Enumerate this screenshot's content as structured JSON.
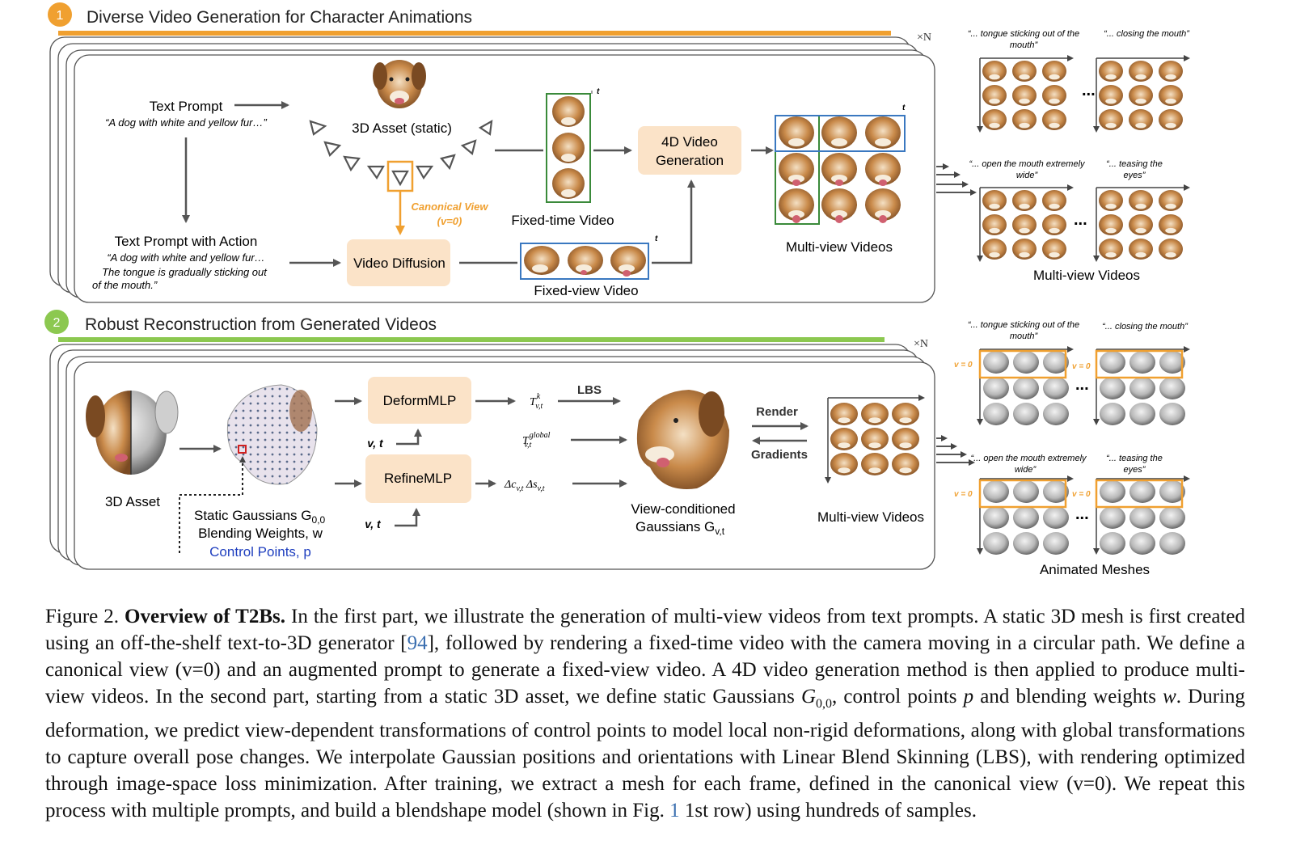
{
  "part1": {
    "number": "1",
    "title": "Diverse Video Generation for Character Animations",
    "times_n": "×N",
    "text_prompt": "Text Prompt",
    "text_prompt_quote": "“A dog with white and yellow fur…”",
    "asset_label": "3D Asset (static)",
    "canonical_view": "Canonical View",
    "canonical_view_v": "(v=0)",
    "fixed_time_video": "Fixed-time Video",
    "video_gen_line1": "4D Video",
    "video_gen_line2": "Generation",
    "multiview_videos": "Multi-view Videos",
    "text_prompt_action": "Text Prompt with Action",
    "action_quote_1": "“A dog with white and yellow fur…",
    "action_quote_2": "The tongue is gradually sticking out",
    "action_quote_3": "of the mouth.”",
    "video_diffusion": "Video Diffusion",
    "fixed_view_video": "Fixed-view Video",
    "t": "t",
    "right_prompts": {
      "p1_a": "“... tongue sticking out of the",
      "p1_b": "mouth”",
      "p2": "“... closing the mouth”",
      "p3_a": "“... open the mouth extremely",
      "p3_b": "wide”",
      "p4_a": "“... teasing the",
      "p4_b": "eyes”"
    },
    "right_label": "Multi-view Videos",
    "dots": "..."
  },
  "part2": {
    "number": "2",
    "title": "Robust Reconstruction from Generated Videos",
    "times_n": "×N",
    "asset_label": "3D Asset",
    "static_gaussians": "Static Gaussians G",
    "static_gaussians_sub": "0,0",
    "blending_weights": "Blending Weights, w",
    "control_points": "Control Points, p",
    "deform_mlp": "DeformMLP",
    "refine_mlp": "RefineMLP",
    "vt": "v, t",
    "lbs": "LBS",
    "t_k": "T",
    "t_k_sup": "k",
    "t_k_sub": "v,t",
    "t_global_sup": "global",
    "delta": "Δc",
    "delta_sub": "v,t",
    "delta_s": " Δs",
    "render": "Render",
    "gradients": "Gradients",
    "view_cond_1": "View-conditioned",
    "view_cond_2": "Gaussians G",
    "view_cond_sub": "v,t",
    "multiview_videos": "Multi-view Videos",
    "v0": "v = 0",
    "right_label": "Animated Meshes"
  },
  "caption": {
    "fig": "Figure 2.",
    "bold": "Overview of T2Bs.",
    "s1": " In the first part, we illustrate the generation of multi-view videos from text prompts. A static 3D mesh is first created using an off-the-shelf text-to-3D generator [",
    "cite94": "94",
    "s2": "], followed by rendering a fixed-time video with the camera moving in a circular path. We define a canonical view (v=0) and an augmented prompt to generate a fixed-view video. A 4D video generation method is then applied to produce multi-view videos. In the second part, starting from a static 3D asset, we define static Gaussians ",
    "g00": "G",
    "g00_sub": "0,0",
    "s3": ", control points ",
    "p": "p",
    "s4": " and blending weights ",
    "w": "w",
    "s5": ". During deformation, we predict view-dependent transformations of control points to model local non-rigid deformations, along with global transformations to capture overall pose changes. We interpolate Gaussian positions and orientations with Linear Blend Skinning (LBS), with rendering optimized through image-space loss minimization. After training, we extract a mesh for each frame, defined in the canonical view (v=0). We repeat this process with multiple prompts, and build a blendshape model (shown in Fig. ",
    "cite1": "1",
    "s6": " 1st row) using hundreds of samples."
  }
}
